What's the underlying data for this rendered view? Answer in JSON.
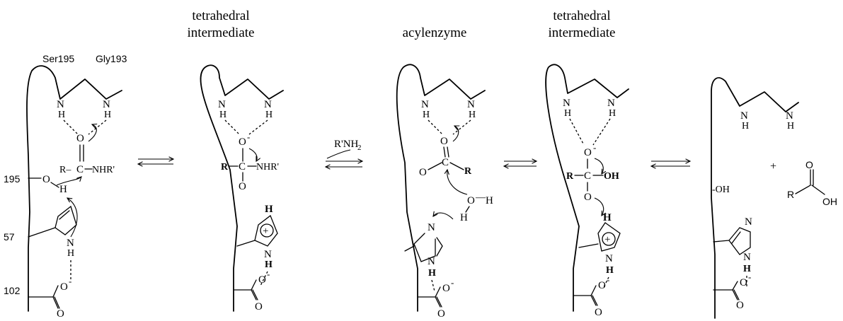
{
  "titles": {
    "tetrahedral_1": [
      "tetrahedral",
      "intermediate"
    ],
    "acylenzyme": "acylenzyme",
    "tetrahedral_2": [
      "tetrahedral",
      "intermediate"
    ]
  },
  "residues": {
    "ser": "Ser195",
    "gly": "Gly193"
  },
  "positions": {
    "p195": "195",
    "p57": "57",
    "p102": "102"
  },
  "atoms": {
    "N": "N",
    "H": "H",
    "O": "O",
    "C": "C",
    "R": "R",
    "dash": "—",
    "minus": "-",
    "plus": "+"
  },
  "groups": {
    "nhr": "NHR'",
    "rc": "R–",
    "oh": "OH",
    "oh_free": "-OH",
    "amine": "R'NH",
    "amine_sub": "2",
    "plus_sign": "+"
  }
}
